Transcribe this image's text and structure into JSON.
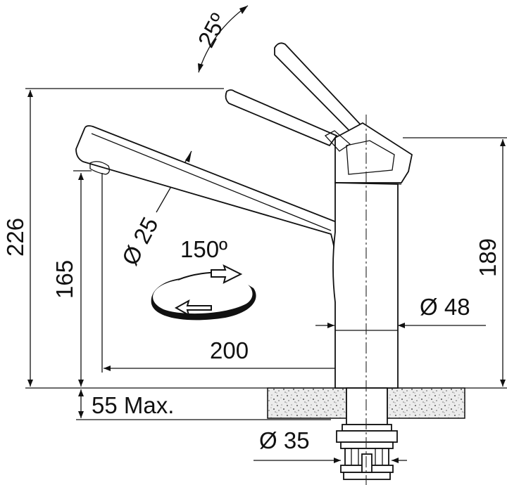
{
  "drawing": {
    "dimensions": {
      "lever_angle": "25º",
      "total_height": "226",
      "spout_height": "165",
      "spout_diameter": "Ø 25",
      "rotation": "150º",
      "base_height": "189",
      "base_diameter": "Ø 48",
      "reach": "200",
      "counter_thickness": "55 Max.",
      "hole_diameter": "Ø 35"
    },
    "colors": {
      "line": "#111111",
      "countertop_fill": "#e6e6e6",
      "rotation_arrow": "#111111"
    }
  }
}
